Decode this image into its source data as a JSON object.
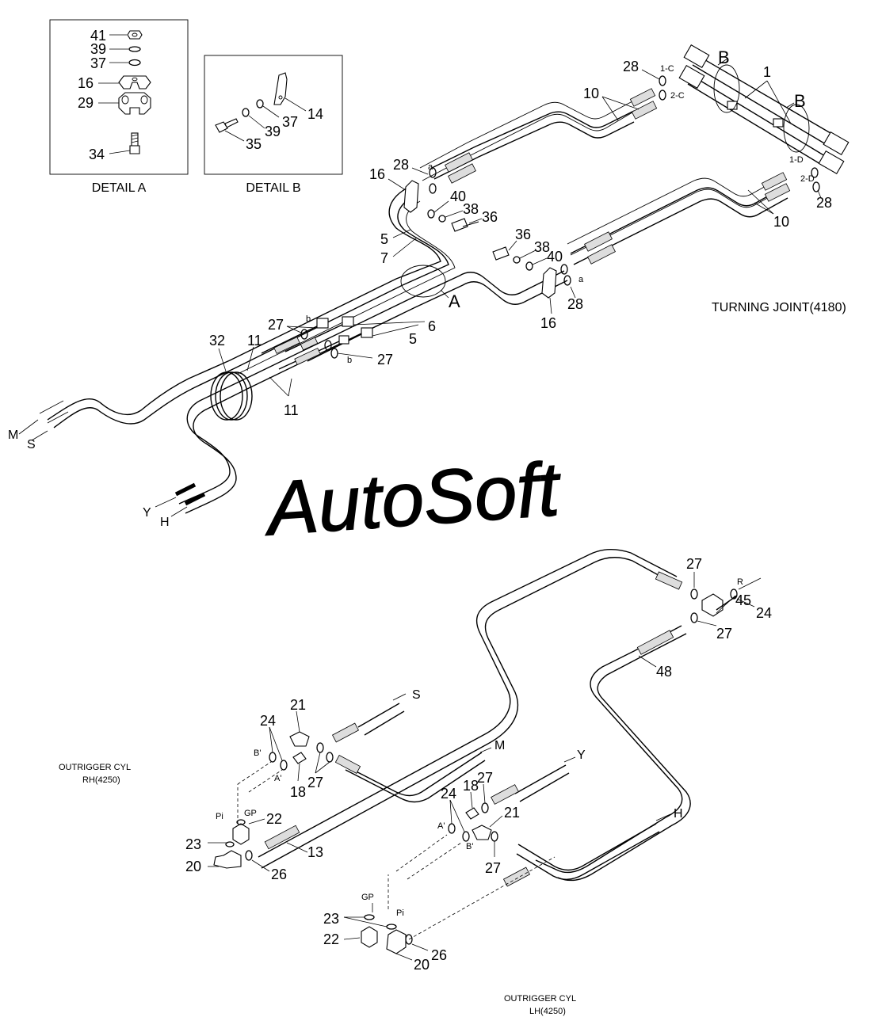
{
  "detail_a": {
    "caption": "DETAIL A",
    "callouts": [
      "41",
      "39",
      "37",
      "16",
      "29",
      "34"
    ]
  },
  "detail_b": {
    "caption": "DETAIL B",
    "callouts": [
      "14",
      "37",
      "39",
      "35"
    ]
  },
  "upper": {
    "turning_joint_label": "TURNING JOINT(4180)",
    "section_letters": [
      "B",
      "B",
      "A"
    ],
    "port_letters": [
      "1-C",
      "2-C",
      "1-D",
      "2-D",
      "a",
      "a",
      "b",
      "b"
    ],
    "line_letters": [
      "M",
      "S",
      "Y",
      "H"
    ],
    "callouts": [
      "1",
      "28",
      "10",
      "28",
      "10",
      "28",
      "16",
      "40",
      "38",
      "36",
      "5",
      "7",
      "36",
      "38",
      "40",
      "28",
      "16",
      "6",
      "5",
      "27",
      "27",
      "32",
      "11",
      "11"
    ]
  },
  "watermark": "AutoSoft",
  "lower": {
    "outrigger_rh_label": [
      "OUTRIGGER CYL",
      "RH(4250)"
    ],
    "outrigger_lh_label": [
      "OUTRIGGER CYL",
      "LH(4250)"
    ],
    "line_letters": [
      "S",
      "M",
      "Y",
      "H"
    ],
    "port_letters": [
      "R",
      "B'",
      "A'",
      "Pi",
      "GP",
      "A'",
      "B'",
      "GP",
      "Pi"
    ],
    "callouts": [
      "27",
      "24",
      "45",
      "27",
      "48",
      "21",
      "24",
      "18",
      "27",
      "22",
      "23",
      "20",
      "26",
      "13",
      "18",
      "27",
      "24",
      "21",
      "27",
      "23",
      "22",
      "20",
      "26"
    ]
  }
}
